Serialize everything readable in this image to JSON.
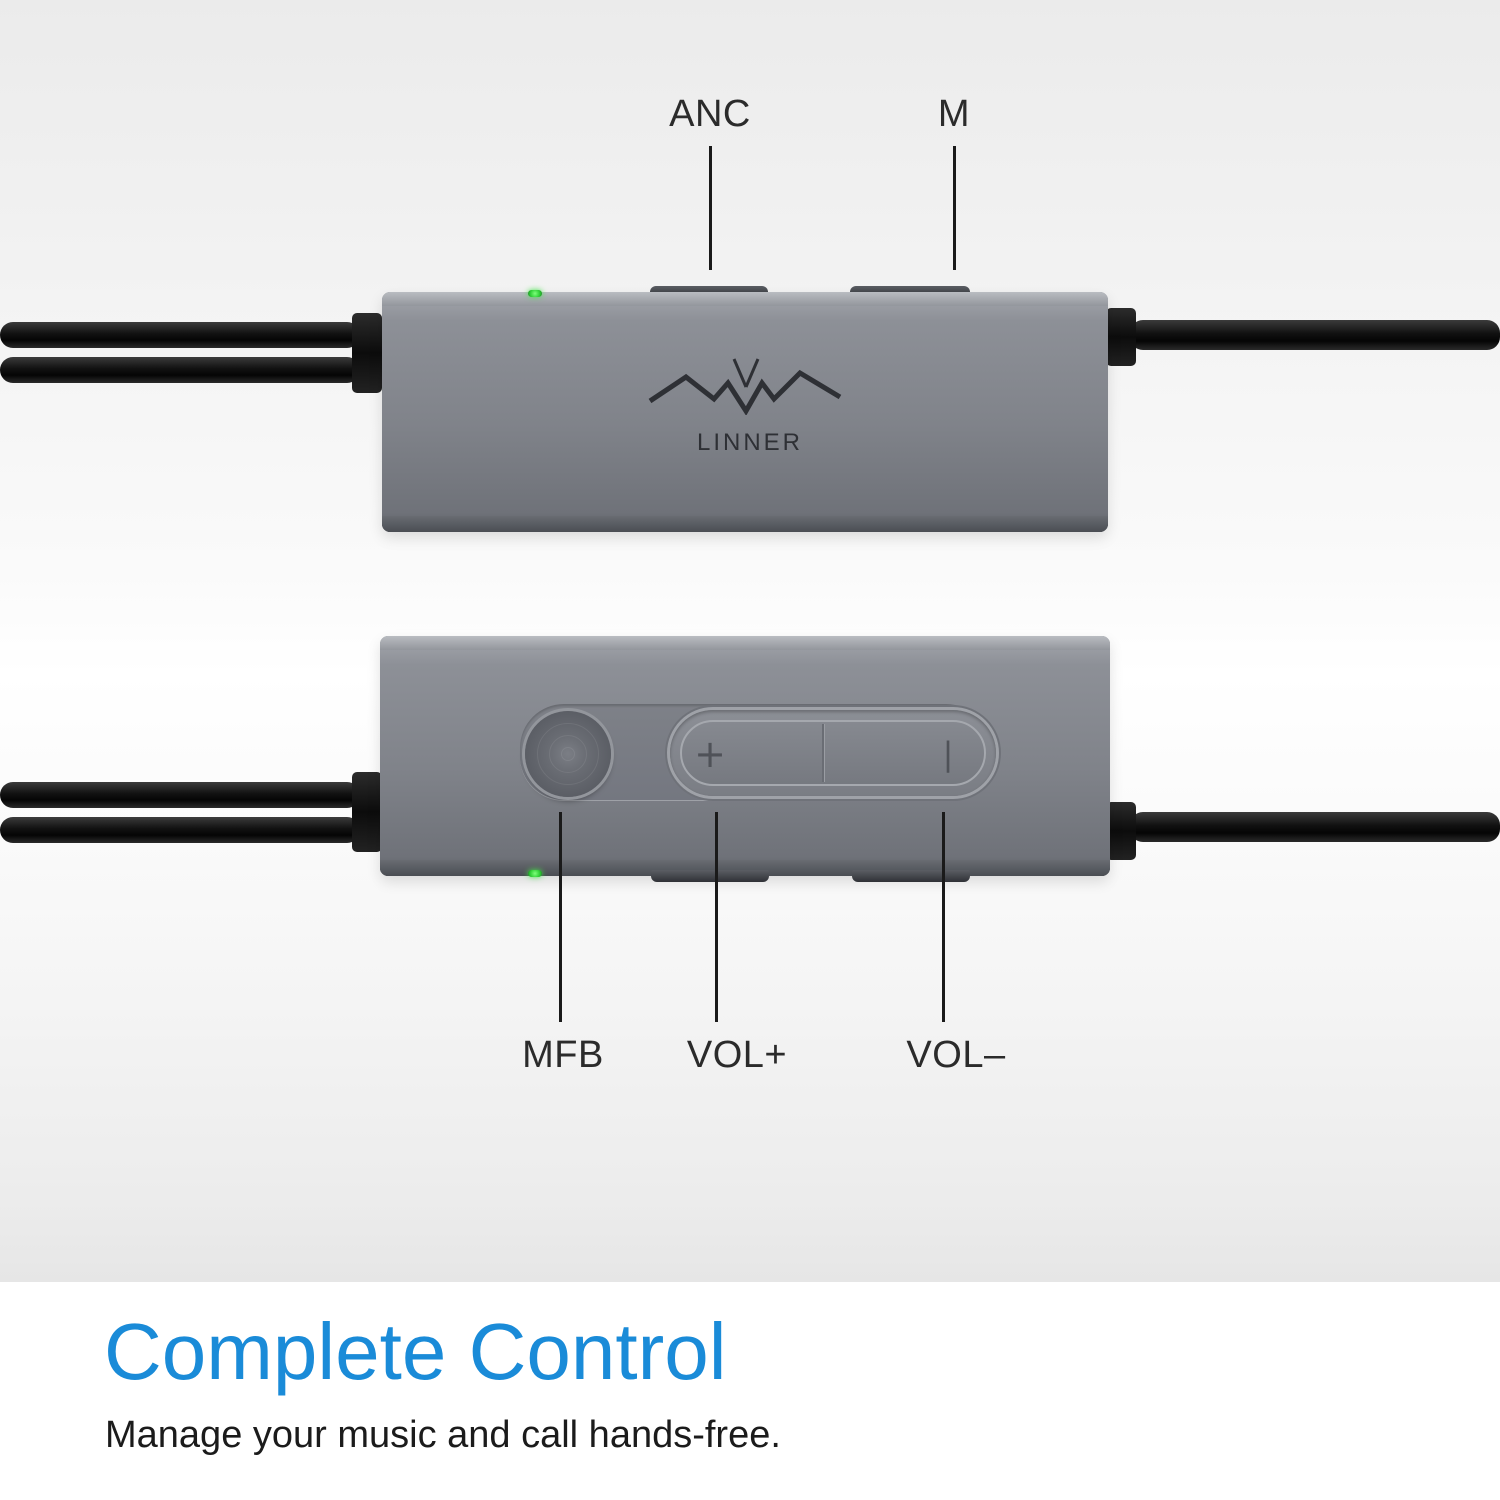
{
  "callouts": {
    "anc": "ANC",
    "m": "M",
    "mfb": "MFB",
    "vol_plus": "VOL+",
    "vol_minus": "VOL–"
  },
  "product": {
    "brand": "LINNER",
    "vol_plus_glyph": "+",
    "vol_minus_glyph": "|"
  },
  "banner": {
    "headline": "Complete Control",
    "subline": "Manage your music and call hands-free."
  },
  "colors": {
    "headline": "#1a8bd8",
    "led": "#2fcf36",
    "remote_body": "#80838a",
    "cable": "#111111"
  },
  "icons": [
    "linner-logo-icon",
    "mfb-button-icon",
    "plus-icon",
    "minus-icon",
    "led-indicator-icon"
  ]
}
